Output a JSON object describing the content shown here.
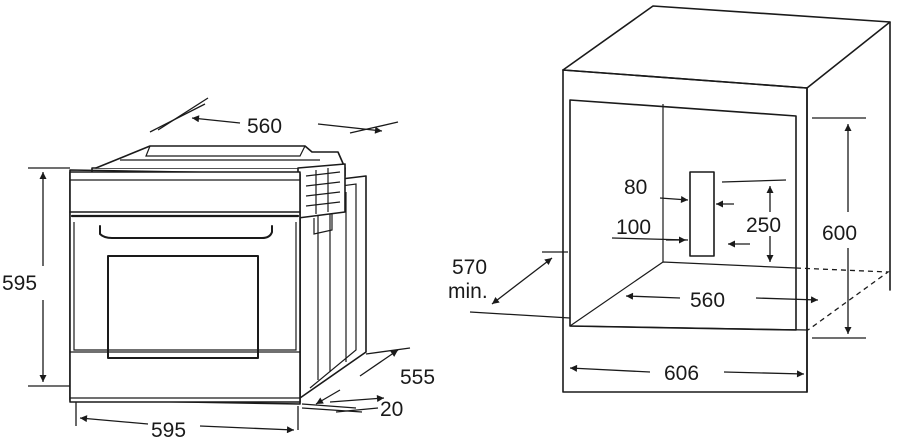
{
  "oven": {
    "labels": {
      "depth_top": "560",
      "height": "595",
      "width": "595",
      "depth_body": "555",
      "front_thickness": "20"
    }
  },
  "niche": {
    "labels": {
      "min_depth_value": "570",
      "min_depth_suffix": "min.",
      "vent_width": "80",
      "vent_offset": "100",
      "vent_height": "250",
      "inner_height": "600",
      "inner_width": "560",
      "outer_width": "606"
    }
  }
}
